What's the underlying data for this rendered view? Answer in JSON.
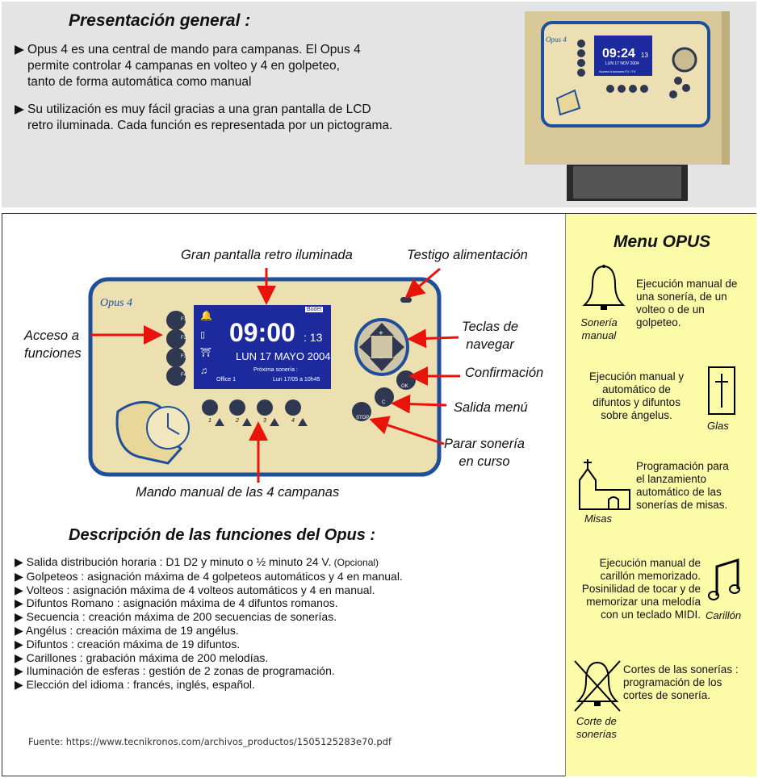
{
  "top": {
    "title": "Presentación general :",
    "bullet1": [
      "Opus 4 es una central de mando para campanas. El Opus 4",
      "permite controlar 4 campanas en volteo y 4 en golpeteo,",
      "tanto de forma automática como manual"
    ],
    "bullet2": [
      "Su utilización es muy fácil gracias a una gran pantalla de LCD",
      "retro iluminada. Cada función es representada por un pictograma."
    ],
    "photo": {
      "brand": "Opus 4",
      "time": "09:24",
      "seconds": "13",
      "date": "LUN 17 NOV 2004",
      "footer": "Acceso funciones F1 / F4"
    }
  },
  "diagram": {
    "brand": "Opus 4",
    "lcd": {
      "logo": "Bodet",
      "time": "09:00",
      "seconds": ": 13",
      "date": "LUN 17 MAYO 2004",
      "next_label": "Próxima sonería :",
      "next_left": "Office 1",
      "next_right": "Lun 17/05 a 10h45"
    },
    "fkeys": [
      "F1",
      "F2",
      "F3",
      "F4"
    ],
    "bells": [
      "1",
      "2",
      "3",
      "4"
    ],
    "ok": "OK",
    "c": "C",
    "stop": "STOP",
    "labels": {
      "pantalla": "Gran pantalla retro iluminada",
      "testigo": "Testigo alimentación",
      "acceso": [
        "Acceso a",
        "funciones"
      ],
      "teclas": [
        "Teclas de",
        "navegar"
      ],
      "confirmacion": "Confirmación",
      "salida": "Salida menú",
      "parar": [
        "Parar sonería",
        "en curso"
      ],
      "mando": "Mando manual de las 4 campanas"
    }
  },
  "description": {
    "title": "Descripción de las funciones del  Opus :",
    "items": [
      {
        "text": "Salida distribución horaria : D1 D2 y minuto o ½ minuto 24 V.",
        "note": " (Opcional)"
      },
      {
        "text": "Golpeteos : asignación máxima  de 4 golpeteos automáticos y  4 en manual.",
        "note": ""
      },
      {
        "text": "Volteos : asignación máxima  de 4 volteos  automáticos y 4 en manual.",
        "note": ""
      },
      {
        "text": "Difuntos Romano  : asignación máxima de 4 difuntos romanos.",
        "note": ""
      },
      {
        "text": "Secuencia : creación máxima de 200 secuencias de sonerías.",
        "note": ""
      },
      {
        "text": "Angélus : creación máxima de 19 angélus.",
        "note": ""
      },
      {
        "text": "Difuntos : creación máxima de 19 difuntos.",
        "note": ""
      },
      {
        "text": "Carillones : grabación máxima de  200 melodías.",
        "note": ""
      },
      {
        "text": "Iluminación de esferas : gestión de 2 zonas de programación.",
        "note": ""
      },
      {
        "text": "Elección del idioma : francés, inglés, español.",
        "note": ""
      }
    ],
    "source": "Fuente: https://www.tecnikronos.com/archivos_productos/1505125283e70.pdf"
  },
  "menu": {
    "title": "Menu OPUS",
    "soneria": {
      "text": [
        "Ejecución manual de",
        "una sonería, de un",
        "volteo o de un",
        "golpeteo."
      ],
      "caption": [
        "Sonería",
        "manual"
      ]
    },
    "glas": {
      "text": [
        "Ejecución manual y",
        "automático de",
        "difuntos y difuntos",
        "sobre ángelus."
      ],
      "caption": [
        "Glas"
      ]
    },
    "misas": {
      "text": [
        "Programación para",
        "el lanzamiento",
        "automático de las",
        "sonerías de misas."
      ],
      "caption": [
        "Misas"
      ]
    },
    "carillon": {
      "text": [
        "Ejecución manual de",
        "carillón memorizado.",
        "Posinilidad de tocar y de",
        "memorizar una melodía",
        "con un teclado  MIDI."
      ],
      "caption": [
        "Carillón"
      ]
    },
    "corte": {
      "text": [
        "Cortes de las sonerías :",
        "programación de los",
        "cortes de sonería."
      ],
      "caption": [
        "Corte de",
        "sonerías"
      ]
    }
  },
  "colors": {
    "device_bg": "#ece0b0",
    "device_border": "#1f4f9a",
    "lcd": "#1d2a9e",
    "button": "#2f3850",
    "arrow": "#e8140c",
    "menu_bg": "#fbfba8"
  }
}
